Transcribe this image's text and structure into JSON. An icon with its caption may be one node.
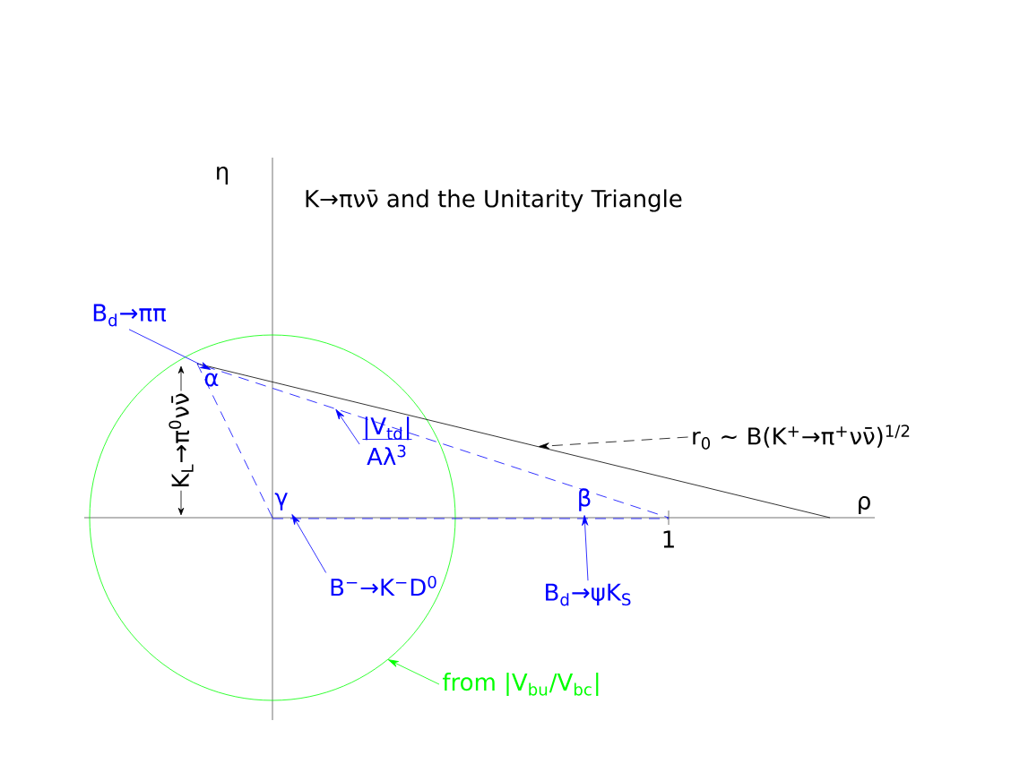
{
  "diagram": {
    "title": "K→πνν̄ and the Unitarity Triangle",
    "nodes": [
      {
        "text": [
          "B$_{d}$→ππ"
        ]
      },
      {
        "text": [
          "α"
        ]
      },
      {
        "text": [
          "|V$_{td}$|",
          "Aλ$^{3}$"
        ]
      },
      {
        "text": [
          "B$^{−}$→K$^{−}$D$^{0}$"
        ]
      },
      {
        "text": [
          "γ"
        ]
      },
      {
        "text": [
          "β"
        ]
      },
      {
        "text": [
          "B$_{d}$→ψK$_{S}$"
        ]
      },
      {
        "text": [
          "r$_{0}$ ~ B(K$^{+}$→π$^{+}$νν̄)$^{1/2}$"
        ]
      },
      {
        "text": [
          "from |V$_{bu}$/V$_{bc}$|"
        ]
      }
    ],
    "edges": [
      {
        "from": 0,
        "to": 1,
        "arrow": "to"
      },
      {
        "from": 2,
        "to": null,
        "arrow": "to"
      },
      {
        "from": 3,
        "to": 4,
        "arrow": "to"
      },
      {
        "from": 6,
        "to": 5,
        "arrow": "to"
      },
      {
        "from": 7,
        "to": null,
        "arrow": "to",
        "style": "dashed",
        "color": "#000000"
      },
      {
        "from": 8,
        "to": null,
        "arrow": "to",
        "color": "#00ff00"
      }
    ],
    "labels": [
      "η",
      "ρ",
      "1",
      "K$_{L}$→π$^{0}$νν̄"
    ]
  }
}
